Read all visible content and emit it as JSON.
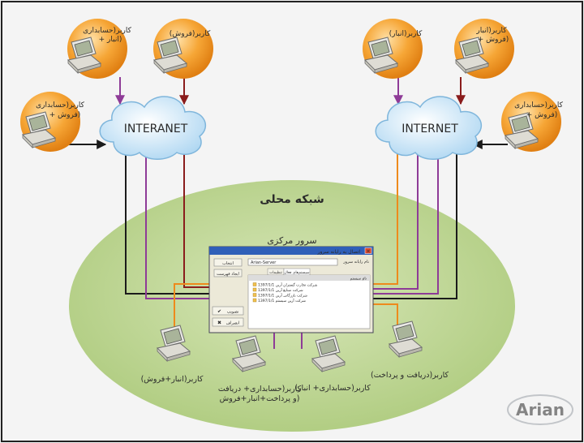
{
  "clouds": {
    "intranet": "INTERANET",
    "internet": "INTERNET"
  },
  "lan_title": "شبکه محلی",
  "server_title": "سرور مرکزی",
  "remote_users": [
    {
      "id": "u1",
      "line1": "کاربر(حسابداری",
      "line2": "+ انبار)"
    },
    {
      "id": "u2",
      "line1": "کاربر(فروش)",
      "line2": ""
    },
    {
      "id": "u3",
      "line1": "کاربر(حسابداری",
      "line2": "+ فروش)"
    },
    {
      "id": "u4",
      "line1": "کاربر(انبار)",
      "line2": ""
    },
    {
      "id": "u5",
      "line1": "کاربر(انبار",
      "line2": "+ فروش)"
    },
    {
      "id": "u6",
      "line1": "کاربر(حسابداری",
      "line2": "+ فروش)"
    }
  ],
  "local_users": [
    {
      "id": "l1",
      "line1": "کاربر(انبار+فروش)",
      "line2": ""
    },
    {
      "id": "l2",
      "line1": "کاربر(حسابداری+ دریافت",
      "line2": "و پرداخت+انبار+فروش)"
    },
    {
      "id": "l3",
      "line1": "کاربر(حسابداری+ انبار)",
      "line2": ""
    },
    {
      "id": "l4",
      "line1": "کاربر(دریافت و پرداخت)",
      "line2": ""
    }
  ],
  "dialog": {
    "title": "اتصال به رایانه سرور",
    "server_label": "نام رایانه سرور",
    "server_value": "Arian-Server",
    "btn_browse": "انتخاب",
    "btn_refresh": "ایجاد فهرست",
    "btn_ok": "تصویب",
    "btn_cancel": "انصراف",
    "tab1": "تنظیمات",
    "tab2": "سیستم‌های فعال",
    "list_header": "نام سیستم",
    "list_items": [
      "شرکت تجارت گستران آرین 1397/1/1",
      "شرکت صنایع آرین 1397/1/1",
      "شرکت بازرگانی آرین 1397/1/1",
      "شرکت آرین سیستم 1397/1/1"
    ]
  },
  "watermark": "Arian",
  "colors": {
    "user_orange": "#f29a24",
    "cloud_blue": "#cbe7f8",
    "lan_green": "#c2d99b",
    "line_black": "#1b1b1b",
    "line_purple": "#8e3b97",
    "line_darkred": "#8a1c1c",
    "line_orange": "#ee8a1c"
  }
}
